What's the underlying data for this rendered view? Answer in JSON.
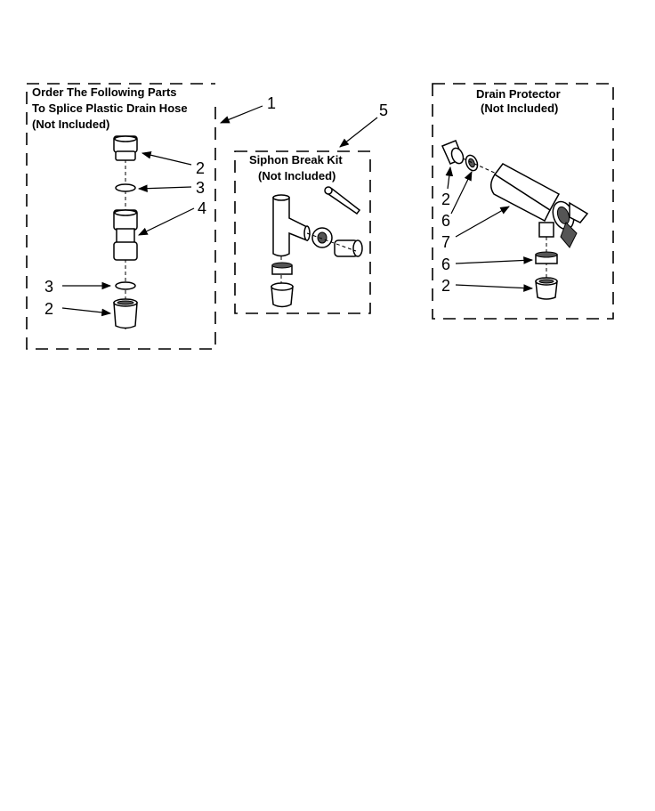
{
  "splice_box": {
    "title_line1": "Order The Following Parts",
    "title_line2": "To Splice Plastic Drain Hose",
    "title_line3": "(Not Included)"
  },
  "siphon_box": {
    "title_line1": "Siphon Break Kit",
    "title_line2": "(Not Included)"
  },
  "drain_box": {
    "title_line1": "Drain Protector",
    "title_line2": "(Not Included)"
  },
  "callouts": {
    "splice_kit": "1",
    "splice_2_top": "2",
    "splice_3_top": "3",
    "splice_4": "4",
    "splice_3_bottom": "3",
    "splice_2_bottom": "2",
    "siphon_kit": "5",
    "drain_2_top": "2",
    "drain_6_top": "6",
    "drain_7": "7",
    "drain_6_bottom": "6",
    "drain_2_bottom": "2"
  }
}
